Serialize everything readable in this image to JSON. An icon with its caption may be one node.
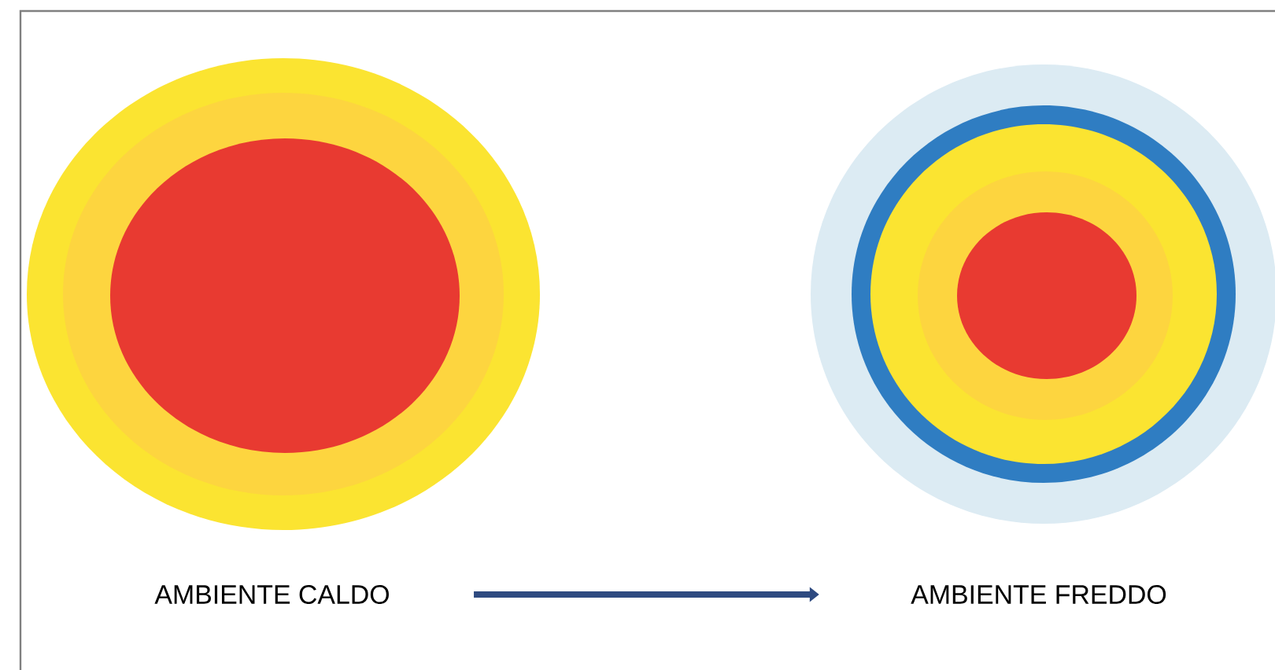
{
  "diagram": {
    "nodes": [
      {
        "text": [
          "AMBIENTE CALDO"
        ]
      },
      {
        "text": [
          "AMBIENTE FREDDO"
        ]
      }
    ],
    "edges": [
      {
        "from": 0,
        "to": 1,
        "arrow": "to"
      }
    ]
  }
}
